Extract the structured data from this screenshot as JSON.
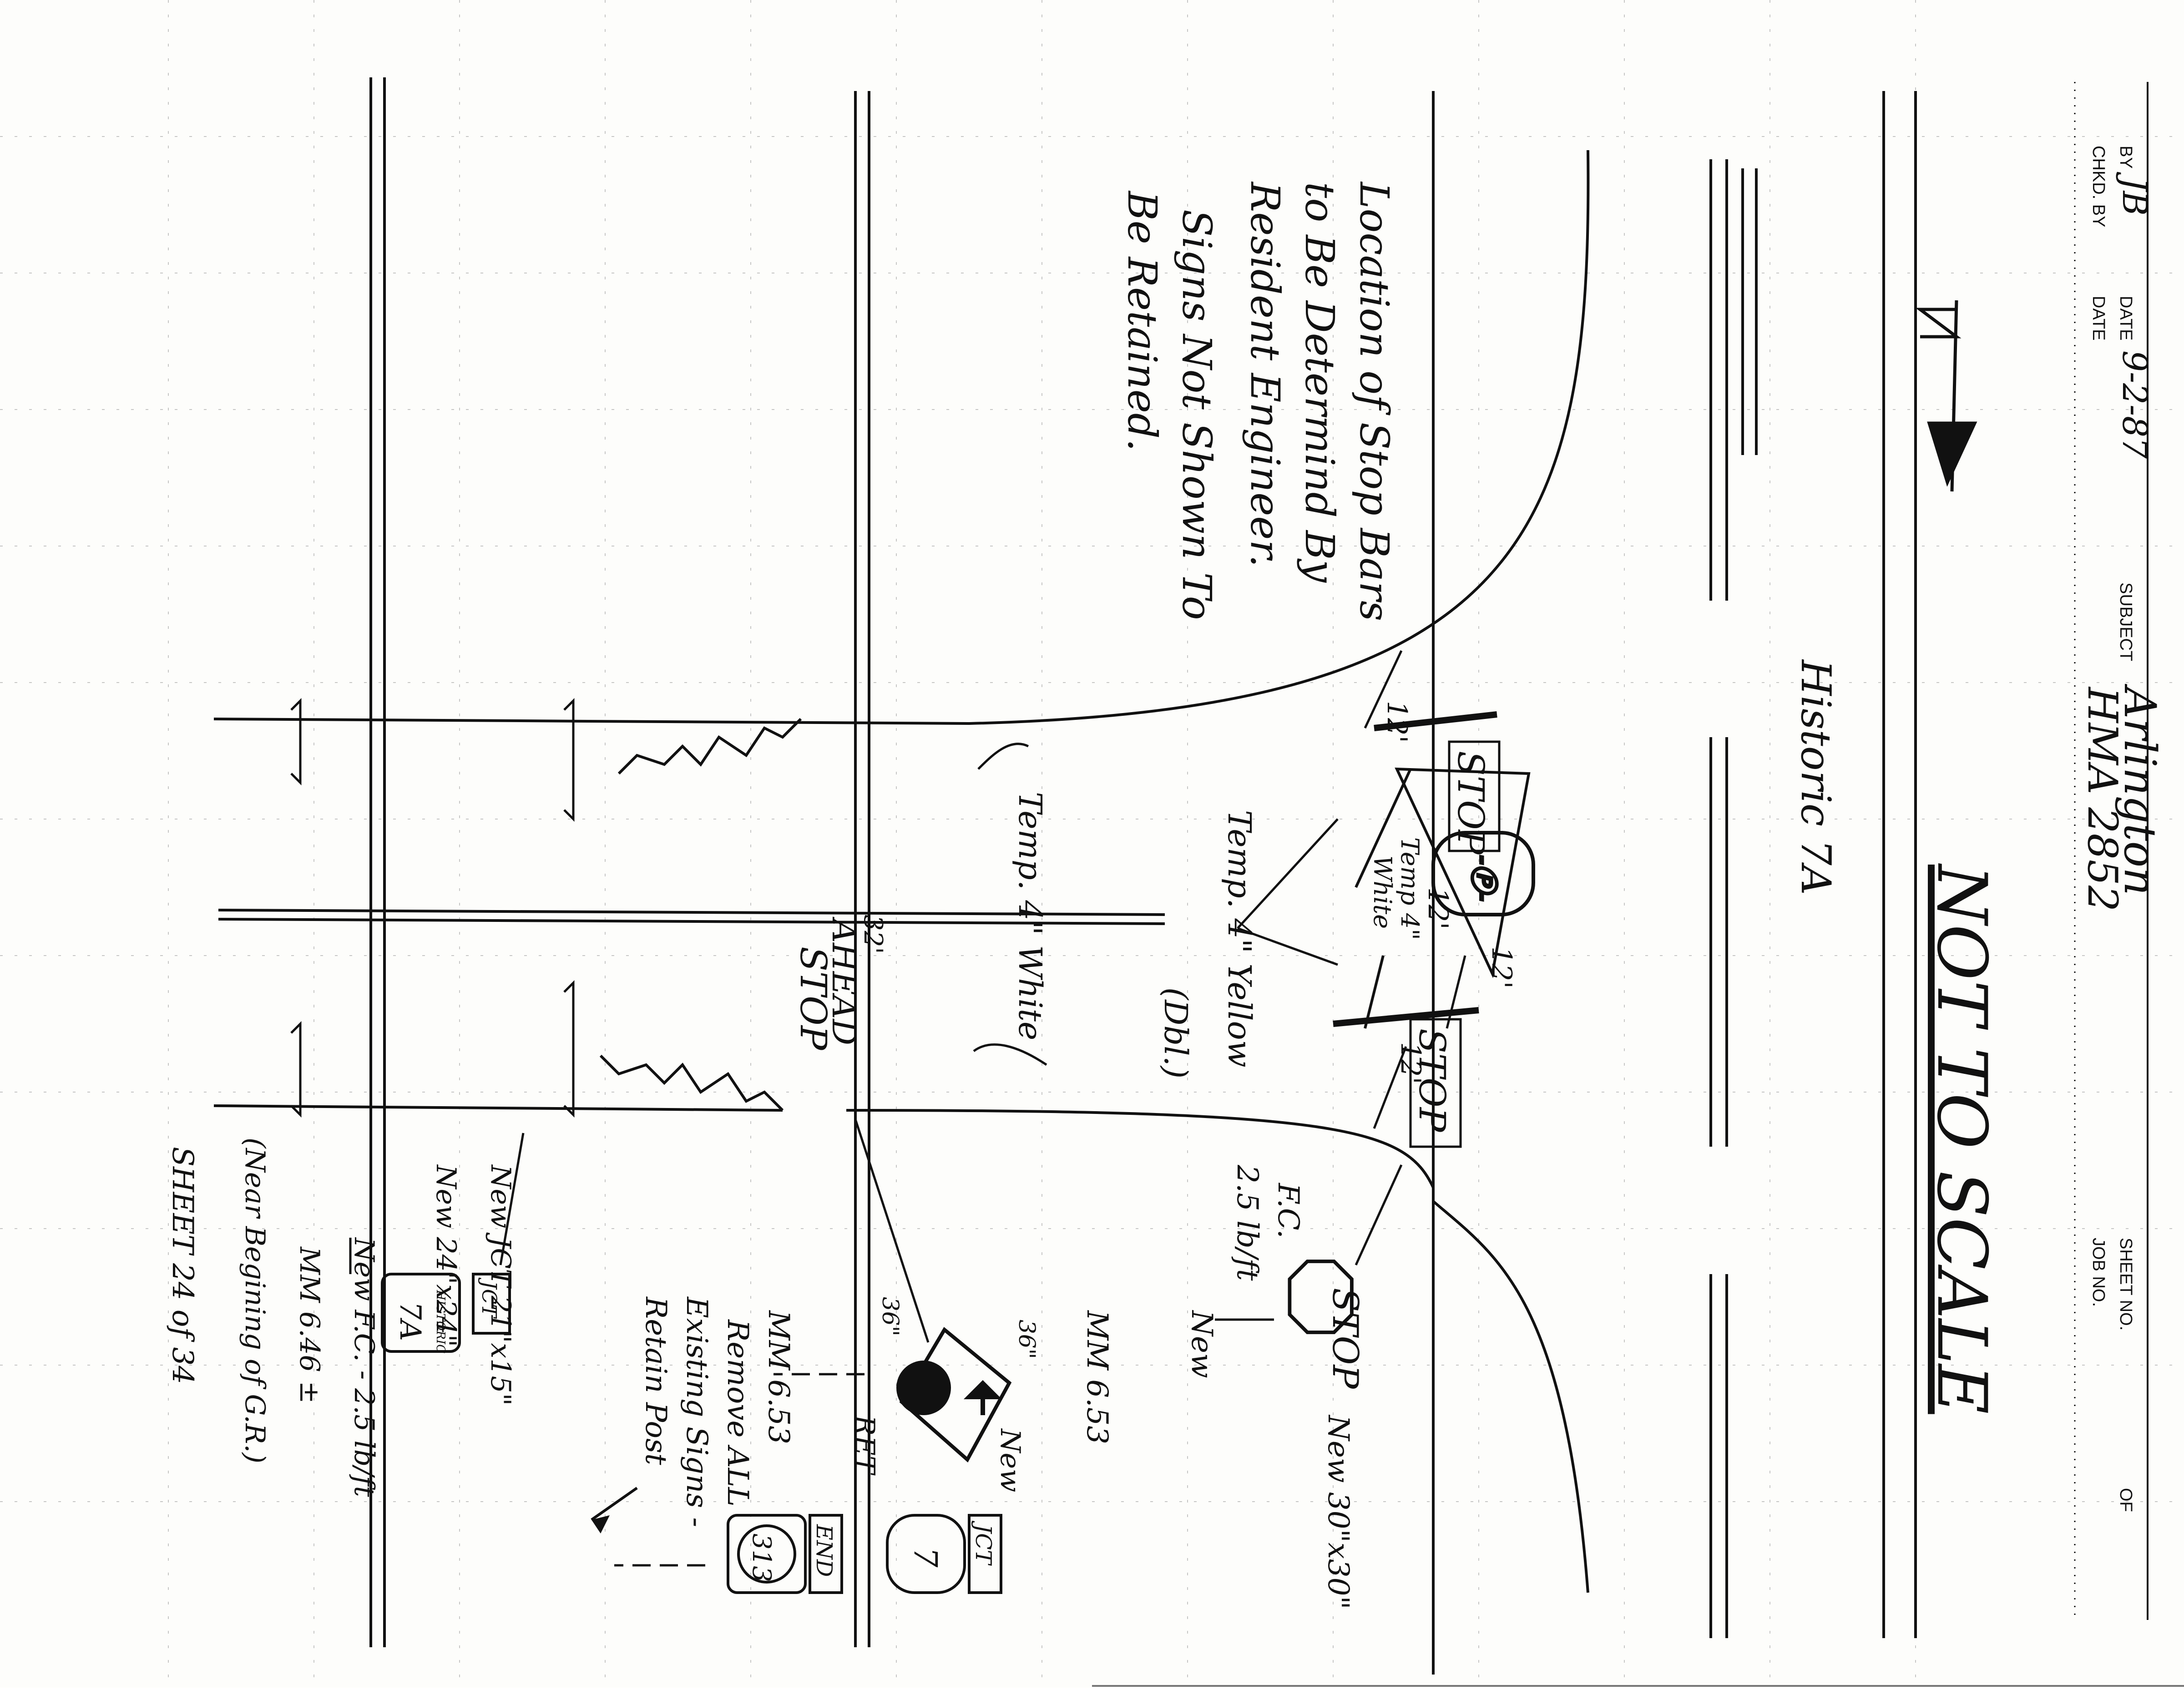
{
  "form": {
    "by_label": "BY",
    "by_value": "JB",
    "date_label": "DATE",
    "date_value": "9-2-87",
    "chkd_label": "CHKD. BY",
    "date2_label": "DATE",
    "subject_label": "SUBJECT",
    "subject_line1": "Arlington",
    "subject_line2": "HMA 2852",
    "sheet_label": "SHEET NO.",
    "of_label": "OF",
    "job_label": "JOB NO."
  },
  "notes": {
    "not_to_scale": "NOT TO SCALE",
    "route_name": "Historic 7A",
    "stop_bars_line1": "Location of Stop Bars",
    "stop_bars_line2": "to Be Determind By",
    "stop_bars_line3": "Resident Engineer.",
    "retained_line1": "Signs Not Shown To",
    "retained_line2": "Be Retained.",
    "temp_white": "Temp. 4\" White",
    "temp_yellow": "Temp. 4\" Yellow",
    "dbl": "(Dbl.)",
    "white_label": "White",
    "temp4_label": "Temp 4\"",
    "twelve": "12'",
    "thirty_two": "32'",
    "ahead": "AHEAD",
    "fc_label": "F.C.",
    "fc_value": "2.5 lb/ft",
    "new_label": "New",
    "stop_size": "New 30\"x30\"",
    "mm_653": "MM 6.53",
    "size_36": "36\"",
    "ret": "RET",
    "remove_line1": "MM 6.53",
    "remove_line2": "Remove ALL",
    "remove_line3": "Existing Signs -",
    "remove_line4": "Retain Post",
    "jct_size": "New  JCT  21\"x15\"",
    "hist_size": "New  24\"x24\"",
    "fc_new": "New  F.C. - 2.5 lb/ft",
    "mm_646": "MM 6.46 ±",
    "near_beginning": "(Near Begining of G.R.)",
    "sheet_count": "SHEET 24 of 34"
  },
  "signs": {
    "stop": "STOP",
    "jct": "JCT",
    "end": "END",
    "route_313": "313",
    "route_7": "7",
    "hist_7a": "7A",
    "historic_small": "HISTORIC"
  }
}
